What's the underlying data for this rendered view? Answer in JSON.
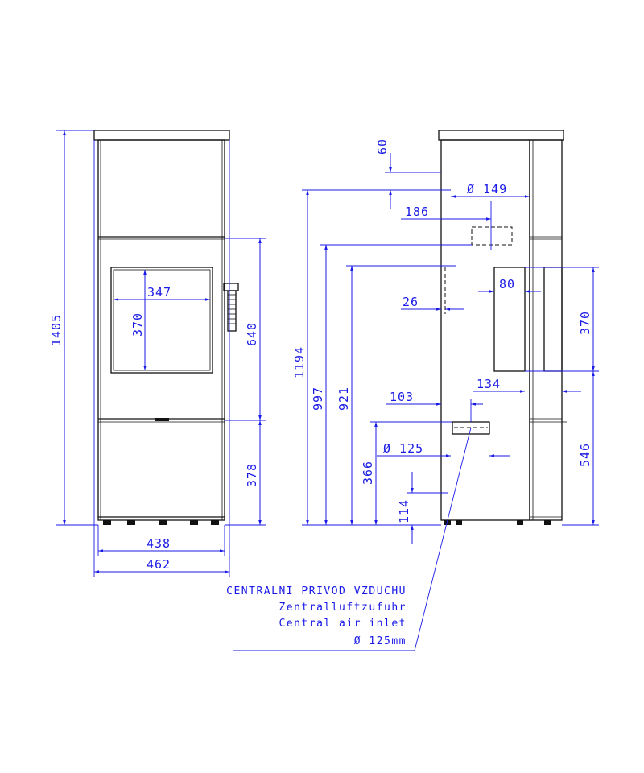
{
  "front_view": {
    "height_total": "1405",
    "door_width": "347",
    "door_height": "370",
    "door_zone_height": "640",
    "base_height": "378",
    "body_width": "438",
    "top_width": "462"
  },
  "side_view": {
    "top_offset": "60",
    "flue_diameter": "Ø 149",
    "flue_height": "1194",
    "flue_offset": "186",
    "height_997": "997",
    "height_921": "921",
    "offset_26": "26",
    "offset_80": "80",
    "height_370": "370",
    "offset_134": "134",
    "offset_103": "103",
    "inlet_diameter": "Ø 125",
    "height_366": "366",
    "height_114": "114",
    "height_546": "546"
  },
  "note": {
    "line1": "CENTRALNI PRIVOD VZDUCHU",
    "line2": "Zentralluftzufuhr",
    "line3": "Central air inlet",
    "line4": "Ø 125mm"
  }
}
